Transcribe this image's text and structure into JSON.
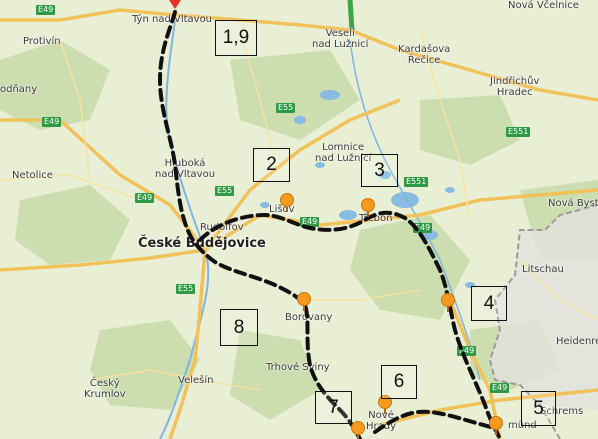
{
  "places": {
    "tyn": "Týn nad Vltavou",
    "protivin": "Protivín",
    "vodnany": "odňany",
    "veseli": "Veselí\nnad Lužnicí",
    "kardasova": "Kardašova\nŘečice",
    "nova_vcelnice": "Nová Včelnice",
    "jindrichuv": "Jindřichův\nHradec",
    "netolice": "Netolice",
    "hluboka": "Hluboká\nnad Vltavou",
    "lomnice": "Lomnice\nnad Lužnicí",
    "lisov": "Lišov",
    "trebon": "Třeboň",
    "rudolfov": "Rudolfov",
    "budejovice": "České Budějovice",
    "nova_bystrice": "Nová Byst",
    "litschau": "Litschau",
    "borovany": "Borovany",
    "heidenreich": "Heidenre",
    "trhove": "Trhové Sviny",
    "cesky_krumlov": "Český\nKrumlov",
    "velesin": "Velešín",
    "nove_hrady": "Nové\nHrady",
    "schrems": "Schrems",
    "gmund": "münd"
  },
  "roads": [
    "E49",
    "E49",
    "E49",
    "E55",
    "E55",
    "E55",
    "E551",
    "E551",
    "E49",
    "E49",
    "E49",
    "E49"
  ],
  "stage_labels": [
    "1,9",
    "2",
    "3",
    "4",
    "5",
    "6",
    "7",
    "8"
  ],
  "colors": {
    "route": "#111111",
    "marker": "#f59a1c",
    "water": "#7fb5de",
    "forest": "#c8dcaa",
    "road_major": "#f3c969",
    "border": "#9a9a9a"
  }
}
